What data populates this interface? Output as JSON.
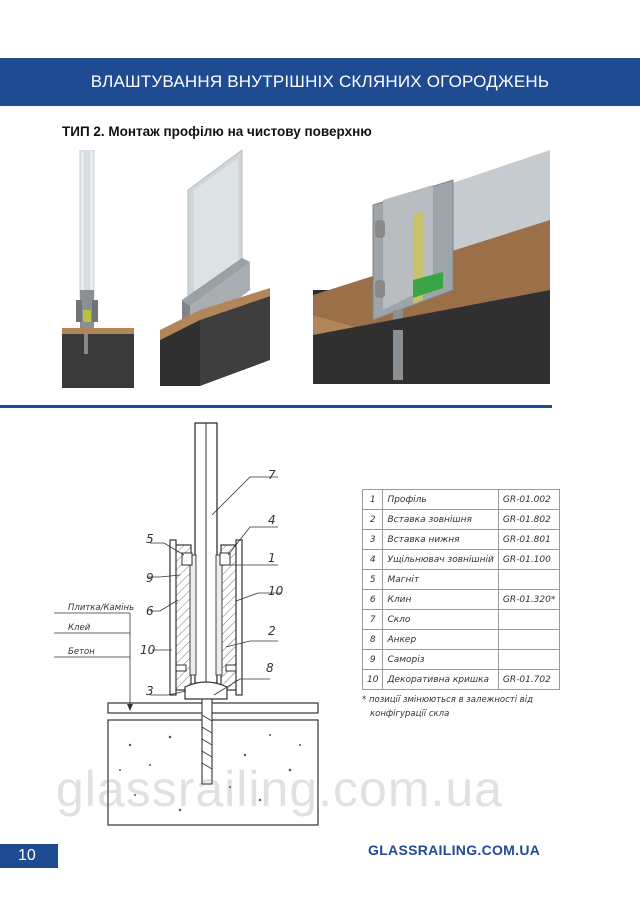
{
  "header": {
    "title": "ВЛАШТУВАННЯ ВНУТРІШНІХ СКЛЯНИХ ОГОРОДЖЕНЬ"
  },
  "subtitle": "ТИП 2. Монтаж профілю на чистову поверхню",
  "drawing": {
    "layers": [
      "Плитка/Камінь",
      "Клей",
      "Бетон"
    ],
    "callouts": [
      "7",
      "4",
      "5",
      "9",
      "1",
      "6",
      "10",
      "10",
      "2",
      "8",
      "3"
    ]
  },
  "legend": [
    {
      "num": "1",
      "name": "Профіль",
      "code": "GR-01.002"
    },
    {
      "num": "2",
      "name": "Вставка зовнішня",
      "code": "GR-01.802"
    },
    {
      "num": "3",
      "name": "Вставка нижня",
      "code": "GR-01.801"
    },
    {
      "num": "4",
      "name": "Ущільнювач зовнішній",
      "code": "GR-01.100"
    },
    {
      "num": "5",
      "name": "Магніт",
      "code": ""
    },
    {
      "num": "6",
      "name": "Клин",
      "code": "GR-01.320*"
    },
    {
      "num": "7",
      "name": "Скло",
      "code": ""
    },
    {
      "num": "8",
      "name": "Анкер",
      "code": ""
    },
    {
      "num": "9",
      "name": "Саморіз",
      "code": ""
    },
    {
      "num": "10",
      "name": "Декоративна кришка",
      "code": "GR-01.702"
    }
  ],
  "footnote": {
    "line1": "* позиції змінюються в залежності від",
    "line2": "конфігурації скла"
  },
  "watermark": "glassrailing.com.ua",
  "footer": {
    "page_number": "10",
    "site": "GLASSRAILING.COM.UA"
  },
  "colors": {
    "brand_blue": "#1f4b93"
  }
}
